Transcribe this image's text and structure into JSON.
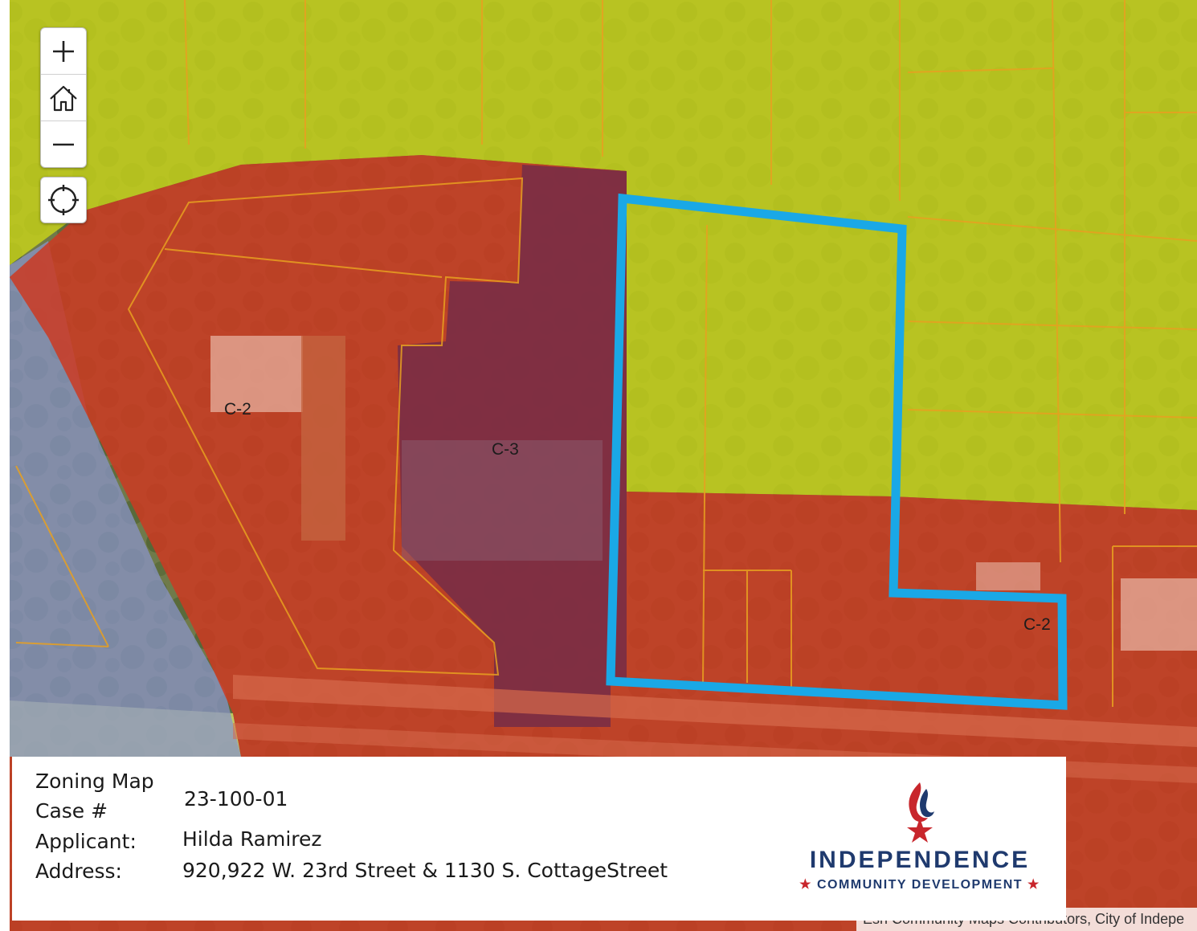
{
  "map": {
    "zones": [
      {
        "label": "C-2",
        "color": "#cc3a22"
      },
      {
        "label": "C-3",
        "color": "#7a2a45"
      },
      {
        "label": "C-2",
        "color": "#cc3a22"
      }
    ],
    "residential_color": "#c8d31a",
    "highlight_color": "#1aa8e6",
    "other_zone_color": "#8a94c8"
  },
  "controls": {
    "zoom_in_icon": "plus-icon",
    "home_icon": "home-icon",
    "zoom_out_icon": "minus-icon",
    "locate_icon": "crosshair-icon"
  },
  "attribution": "Esri Community Maps Contributors, City of Indepe",
  "legend": {
    "title": "Zoning Map",
    "case_label": "Case #",
    "case_value": "23-100-01",
    "applicant_label": "Applicant:",
    "applicant_value": "Hilda Ramirez",
    "address_label": "Address:",
    "address_value": "920,922 W. 23rd Street & 1130 S. CottageStreet"
  },
  "logo": {
    "name": "INDEPENDENCE",
    "subtitle": "COMMUNITY DEVELOPMENT",
    "star": "★"
  }
}
